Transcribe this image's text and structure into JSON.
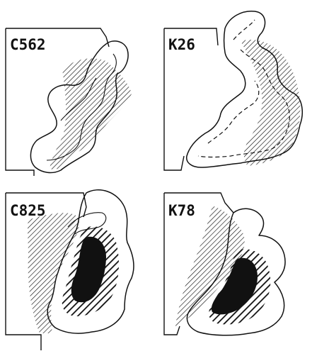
{
  "panels": [
    {
      "id": "c562",
      "label": "C562"
    },
    {
      "id": "k26",
      "label": "K26"
    },
    {
      "id": "c825",
      "label": "C825"
    },
    {
      "id": "k78",
      "label": "K78"
    }
  ],
  "colors": {
    "ink": "#111111",
    "paper": "#ffffff"
  }
}
